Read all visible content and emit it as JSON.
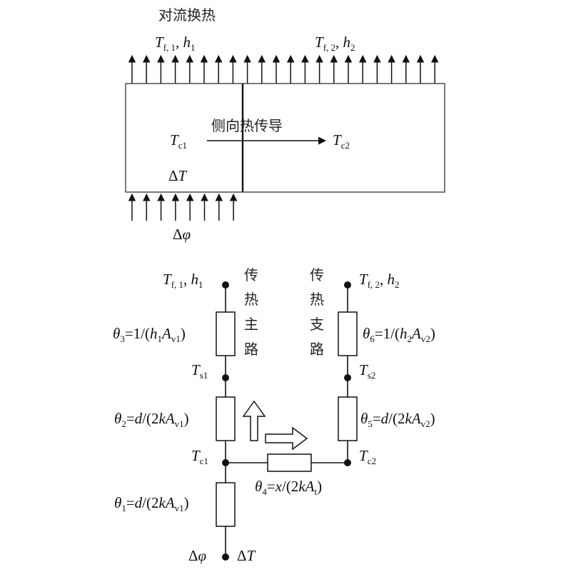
{
  "top": {
    "title": "对流换热",
    "tf1_label": {
      "main": "T",
      "sub": "f, 1",
      "sep": ", ",
      "h": "h",
      "hsub": "1"
    },
    "tf2_label": {
      "main": "T",
      "sub": "f, 2",
      "sep": ", ",
      "h": "h",
      "hsub": "2"
    },
    "lateral": "侧向热传导",
    "tc1": {
      "main": "T",
      "sub": "c1"
    },
    "tc2": {
      "main": "T",
      "sub": "c2"
    },
    "delta_t": {
      "main": "Δ",
      "it": "T"
    },
    "delta_phi": {
      "main": "Δ",
      "it": "φ"
    }
  },
  "circuit": {
    "main_path": [
      "传",
      "热",
      "主",
      "路"
    ],
    "branch_path": [
      "传",
      "热",
      "支",
      "路"
    ],
    "left_top": {
      "main": "T",
      "sub": "f, 1",
      "sep": ", ",
      "h": "h",
      "hsub": "1"
    },
    "right_top": {
      "main": "T",
      "sub": "f, 2",
      "sep": ", ",
      "h": "h",
      "hsub": "2"
    },
    "ts1": {
      "main": "T",
      "sub": "s1"
    },
    "ts2": {
      "main": "T",
      "sub": "s2"
    },
    "tc1": {
      "main": "T",
      "sub": "c1"
    },
    "tc2": {
      "main": "T",
      "sub": "c2"
    },
    "theta3": {
      "th": "θ",
      "n": "3",
      "eq": "=1/(",
      "h": "h",
      "hs": "1",
      "A": "A",
      "as": "v1",
      "end": ")"
    },
    "theta6": {
      "th": "θ",
      "n": "6",
      "eq": "=1/(",
      "h": "h",
      "hs": "2",
      "A": "A",
      "as": "v2",
      "end": ")"
    },
    "theta2": {
      "th": "θ",
      "n": "2",
      "eq": "=",
      "d": "d",
      "mid": "/(2",
      "k": "kA",
      "as": "v1",
      "end": ")"
    },
    "theta5": {
      "th": "θ",
      "n": "5",
      "eq": "=",
      "d": "d",
      "mid": "/(2",
      "k": "kA",
      "as": "v2",
      "end": ")"
    },
    "theta1": {
      "th": "θ",
      "n": "1",
      "eq": "=",
      "d": "d",
      "mid": "/(2",
      "k": "kA",
      "as": "v1",
      "end": ")"
    },
    "theta4": {
      "th": "θ",
      "n": "4",
      "eq": "=",
      "d": "x",
      "mid": "/(2",
      "k": "kA",
      "as": "t",
      "end": ")"
    },
    "bottom_phi": {
      "main": "Δ",
      "it": "φ"
    },
    "bottom_t": {
      "main": "Δ",
      "it": "T"
    }
  }
}
